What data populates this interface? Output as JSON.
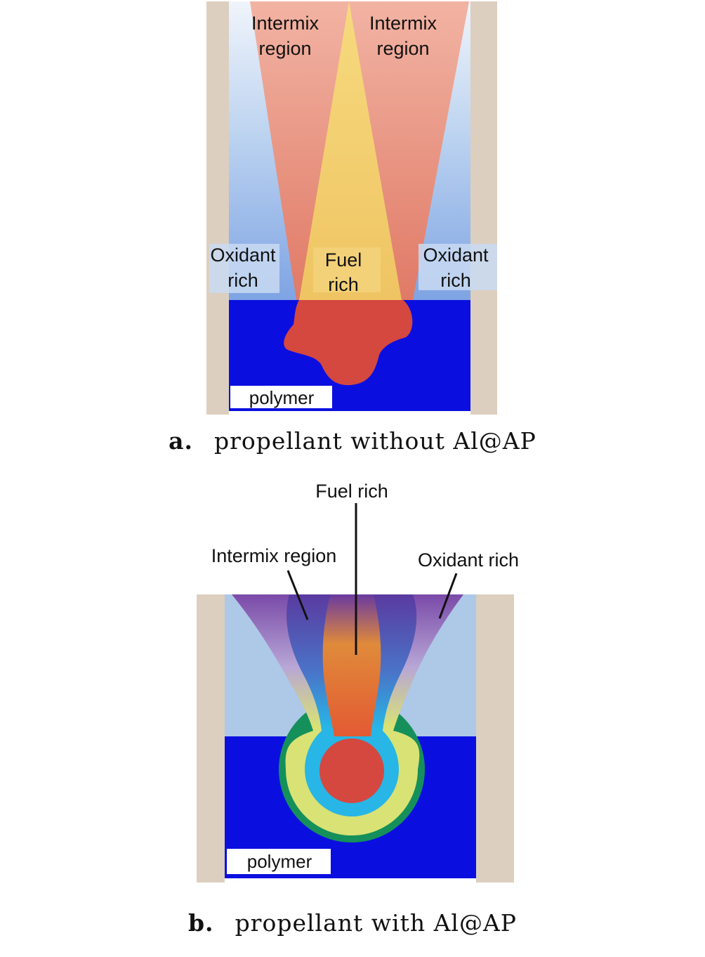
{
  "panel_a": {
    "labels": {
      "intermix_left_1": "Intermix",
      "intermix_left_2": "region",
      "intermix_right_1": "Intermix",
      "intermix_right_2": "region",
      "oxidant_left_1": "Oxidant",
      "oxidant_left_2": "rich",
      "fuel_1": "Fuel",
      "fuel_2": "rich",
      "oxidant_right_1": "Oxidant",
      "oxidant_right_2": "rich",
      "polymer": "polymer"
    },
    "caption_tag": "a.",
    "caption_text": "propellant without Al@AP"
  },
  "panel_b": {
    "labels": {
      "fuel_rich": "Fuel rich",
      "intermix_region": "Intermix region",
      "oxidant_rich": "Oxidant rich",
      "polymer": "polymer"
    },
    "caption_tag": "b.",
    "caption_text": "propellant with Al@AP"
  },
  "colors": {
    "wall": "#dccfbf",
    "polymer_blue": "#0a0fe0",
    "oxidant_blue_light": "#aec8e8",
    "intermix_salmon": "#e9907e",
    "fuel_yellow": "#f2cc6a",
    "particle_red": "#d4483f",
    "green_ring": "#15905a",
    "yellow_ring": "#d9e274",
    "cyan_ring": "#27b6e6",
    "purple": "#6a3aa0"
  }
}
